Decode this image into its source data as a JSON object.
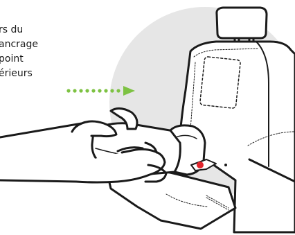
{
  "caption": {
    "lines": [
      "rs du",
      "ancrage",
      "point",
      "érieurs"
    ]
  },
  "colors": {
    "ink": "#1a1a1a",
    "halo": "#e6e6e6",
    "arrow": "#7dc242",
    "accent_red": "#e1262d",
    "seat_fill": "#ffffff"
  },
  "icons": {
    "arrow": "dotted-arrow-right-icon",
    "connector": "isofix-connector-icon"
  }
}
